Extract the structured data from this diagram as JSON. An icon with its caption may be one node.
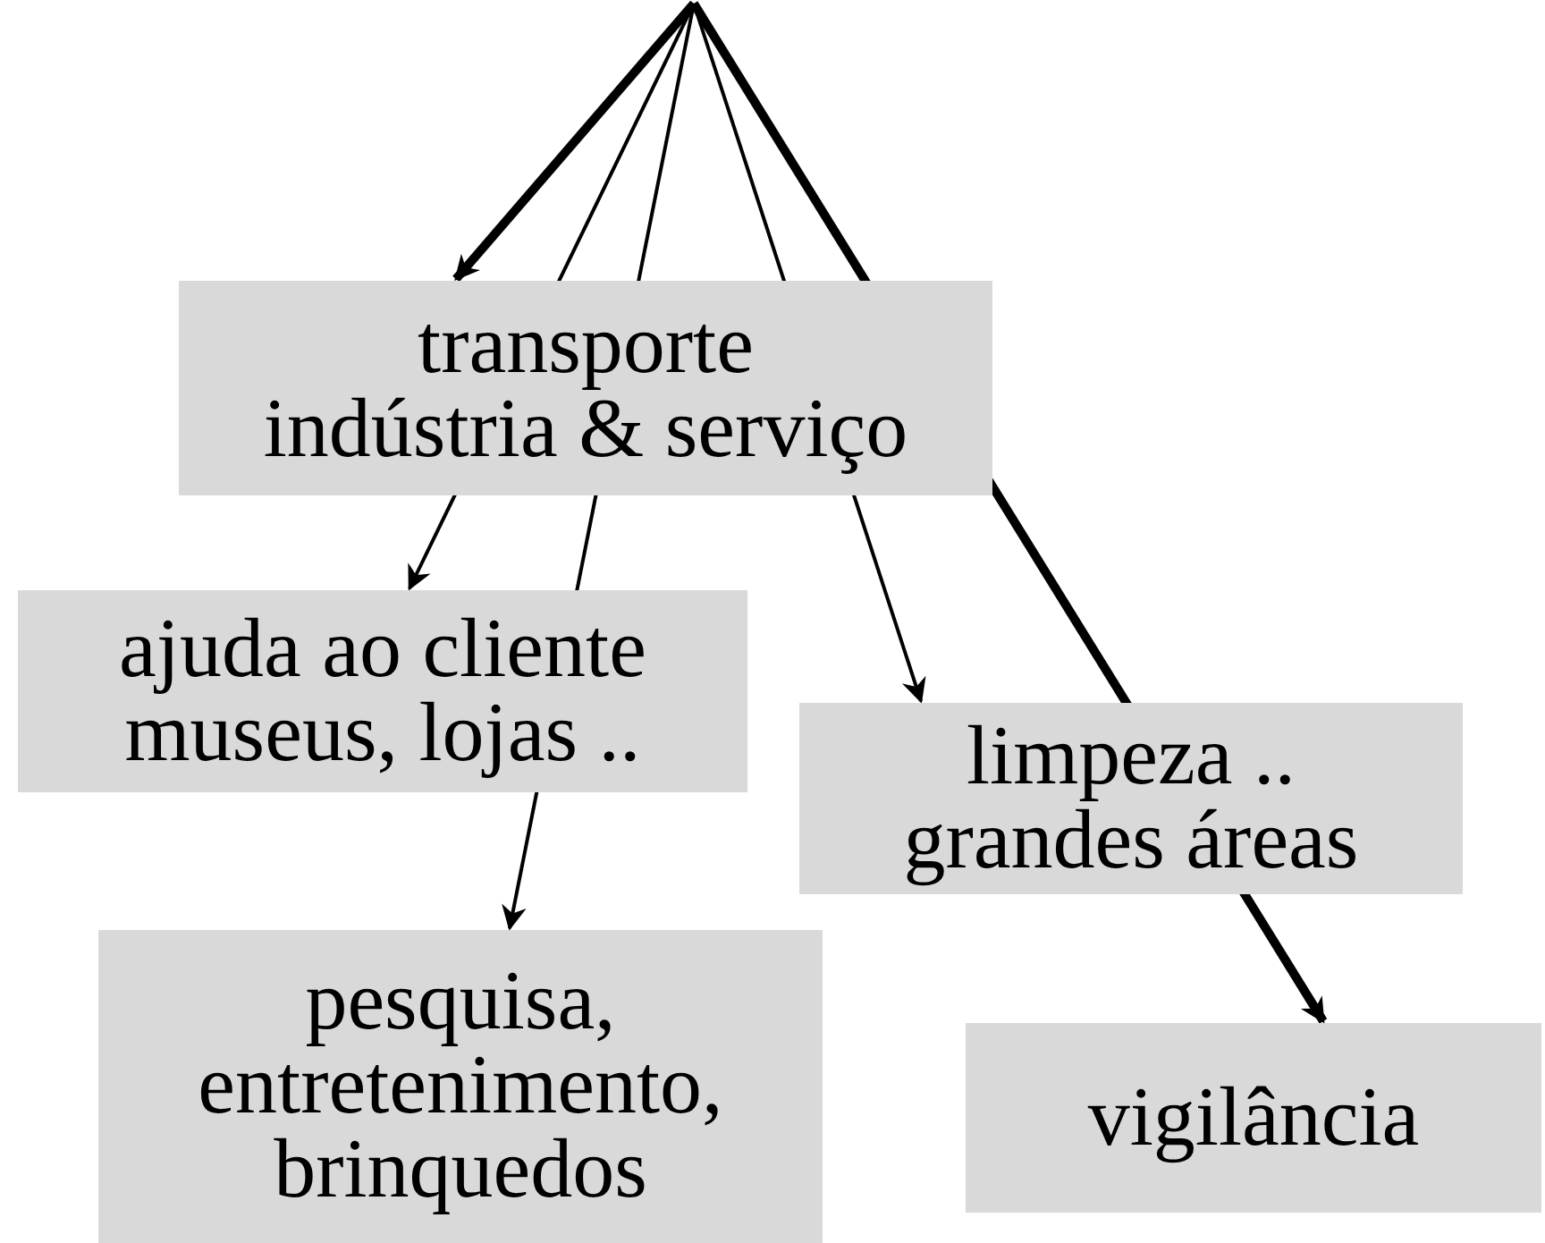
{
  "diagram": {
    "nodes": [
      {
        "text": [
          "transporte",
          "indústria & serviço"
        ]
      },
      {
        "text": [
          "ajuda ao cliente",
          "museus, lojas .."
        ]
      },
      {
        "text": [
          "limpeza ..",
          "grandes áreas"
        ]
      },
      {
        "text": [
          "pesquisa,",
          "entretenimento,",
          "brinquedos"
        ]
      },
      {
        "text": [
          "vigilância"
        ]
      }
    ],
    "edges": [
      {
        "from": null,
        "to": 0,
        "arrow": "to",
        "style": "thick"
      },
      {
        "from": null,
        "to": 1,
        "arrow": "to"
      },
      {
        "from": null,
        "to": 3,
        "arrow": "to"
      },
      {
        "from": null,
        "to": 2,
        "arrow": "to"
      },
      {
        "from": null,
        "to": 4,
        "arrow": "to",
        "style": "thick"
      }
    ]
  }
}
